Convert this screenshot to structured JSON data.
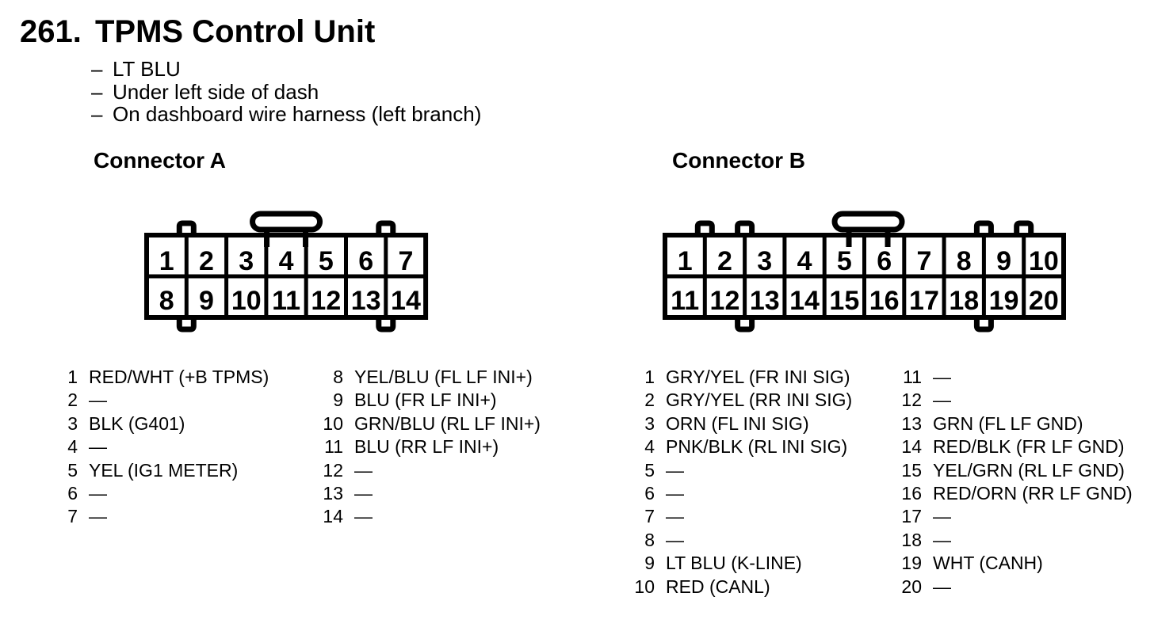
{
  "page": {
    "background": "#ffffff",
    "text_color": "#000000"
  },
  "heading": {
    "number": "261.",
    "title": "TPMS Control Unit"
  },
  "notes": {
    "bullet": "–",
    "items": [
      "LT BLU",
      "Under left side of dash",
      "On dashboard wire harness (left branch)"
    ]
  },
  "connectors": [
    {
      "id": "a",
      "label": "Connector A",
      "diagram": {
        "cols": 7,
        "pin_rows": [
          [
            "1",
            "2",
            "3",
            "4",
            "5",
            "6",
            "7"
          ],
          [
            "8",
            "9",
            "10",
            "11",
            "12",
            "13",
            "14"
          ]
        ],
        "top_tabs": [
          1,
          6
        ],
        "bottom_tabs": [
          1,
          6
        ],
        "latch_center": 3.5
      },
      "pin_columns": [
        [
          {
            "pin": "1",
            "wire": "RED/WHT (+B TPMS)"
          },
          {
            "pin": "2",
            "wire": "—"
          },
          {
            "pin": "3",
            "wire": "BLK (G401)"
          },
          {
            "pin": "4",
            "wire": "—"
          },
          {
            "pin": "5",
            "wire": "YEL (IG1 METER)"
          },
          {
            "pin": "6",
            "wire": "—"
          },
          {
            "pin": "7",
            "wire": "—"
          }
        ],
        [
          {
            "pin": "8",
            "wire": "YEL/BLU (FL LF INI+)"
          },
          {
            "pin": "9",
            "wire": "BLU (FR LF INI+)"
          },
          {
            "pin": "10",
            "wire": "GRN/BLU (RL LF INI+)"
          },
          {
            "pin": "11",
            "wire": "BLU (RR LF INI+)"
          },
          {
            "pin": "12",
            "wire": "—"
          },
          {
            "pin": "13",
            "wire": "—"
          },
          {
            "pin": "14",
            "wire": "—"
          }
        ]
      ]
    },
    {
      "id": "b",
      "label": "Connector B",
      "diagram": {
        "cols": 10,
        "pin_rows": [
          [
            "1",
            "2",
            "3",
            "4",
            "5",
            "6",
            "7",
            "8",
            "9",
            "10"
          ],
          [
            "11",
            "12",
            "13",
            "14",
            "15",
            "16",
            "17",
            "18",
            "19",
            "20"
          ]
        ],
        "top_tabs": [
          1,
          2,
          8,
          9
        ],
        "bottom_tabs": [
          2,
          8
        ],
        "latch_center": 5.1
      },
      "pin_columns": [
        [
          {
            "pin": "1",
            "wire": "GRY/YEL (FR INI SIG)"
          },
          {
            "pin": "2",
            "wire": "GRY/YEL (RR INI SIG)"
          },
          {
            "pin": "3",
            "wire": "ORN (FL INI SIG)"
          },
          {
            "pin": "4",
            "wire": "PNK/BLK (RL INI SIG)"
          },
          {
            "pin": "5",
            "wire": "—"
          },
          {
            "pin": "6",
            "wire": "—"
          },
          {
            "pin": "7",
            "wire": "—"
          },
          {
            "pin": "8",
            "wire": "—"
          },
          {
            "pin": "9",
            "wire": "LT BLU (K-LINE)"
          },
          {
            "pin": "10",
            "wire": "RED (CANL)"
          }
        ],
        [
          {
            "pin": "11",
            "wire": "—"
          },
          {
            "pin": "12",
            "wire": "—"
          },
          {
            "pin": "13",
            "wire": "GRN (FL LF GND)"
          },
          {
            "pin": "14",
            "wire": "RED/BLK (FR LF GND)"
          },
          {
            "pin": "15",
            "wire": "YEL/GRN (RL LF GND)"
          },
          {
            "pin": "16",
            "wire": "RED/ORN (RR LF GND)"
          },
          {
            "pin": "17",
            "wire": "—"
          },
          {
            "pin": "18",
            "wire": "—"
          },
          {
            "pin": "19",
            "wire": "WHT (CANH)"
          },
          {
            "pin": "20",
            "wire": "—"
          }
        ]
      ]
    }
  ]
}
